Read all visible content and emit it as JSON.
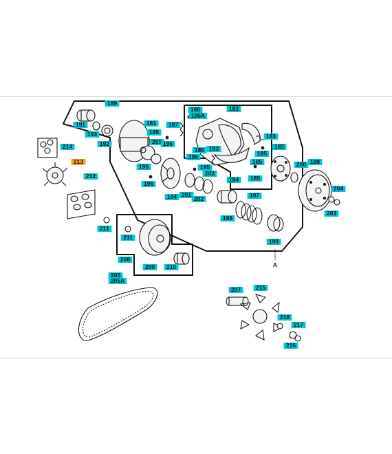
{
  "diagram": {
    "highlight_color": "#f5a623",
    "label_color": "#00c8d2",
    "group_letter": "A",
    "labels": {
      "p189": "189",
      "p191": "191",
      "p193": "193",
      "p192": "192",
      "p201a": "201",
      "p195a": "195",
      "p196a": "196",
      "p181": "181",
      "p187": "187",
      "p186": "186",
      "p186A": "186A",
      "p183a": "183",
      "p183b": "183",
      "p183c": "183",
      "p186b": "186",
      "p185a": "185",
      "p185b": "185",
      "p185c": "185",
      "p182": "182",
      "p184": "184",
      "p188": "188",
      "p200": "200",
      "p204": "204",
      "p203": "203",
      "p214": "214",
      "p213": "213",
      "p212": "212",
      "p195b": "195",
      "p196b": "196",
      "p196c": "196",
      "p195c": "195",
      "p202": "202",
      "p194": "194",
      "p201b": "201",
      "p202b": "202",
      "p197": "197",
      "p198": "198",
      "p199": "199",
      "p211a": "211",
      "p211b": "211",
      "p208": "208",
      "p209": "209",
      "p210": "210",
      "p205": "205",
      "p205A": "205A",
      "p207": "207",
      "p215": "215",
      "p218": "218",
      "p217": "217",
      "p216": "216"
    }
  }
}
